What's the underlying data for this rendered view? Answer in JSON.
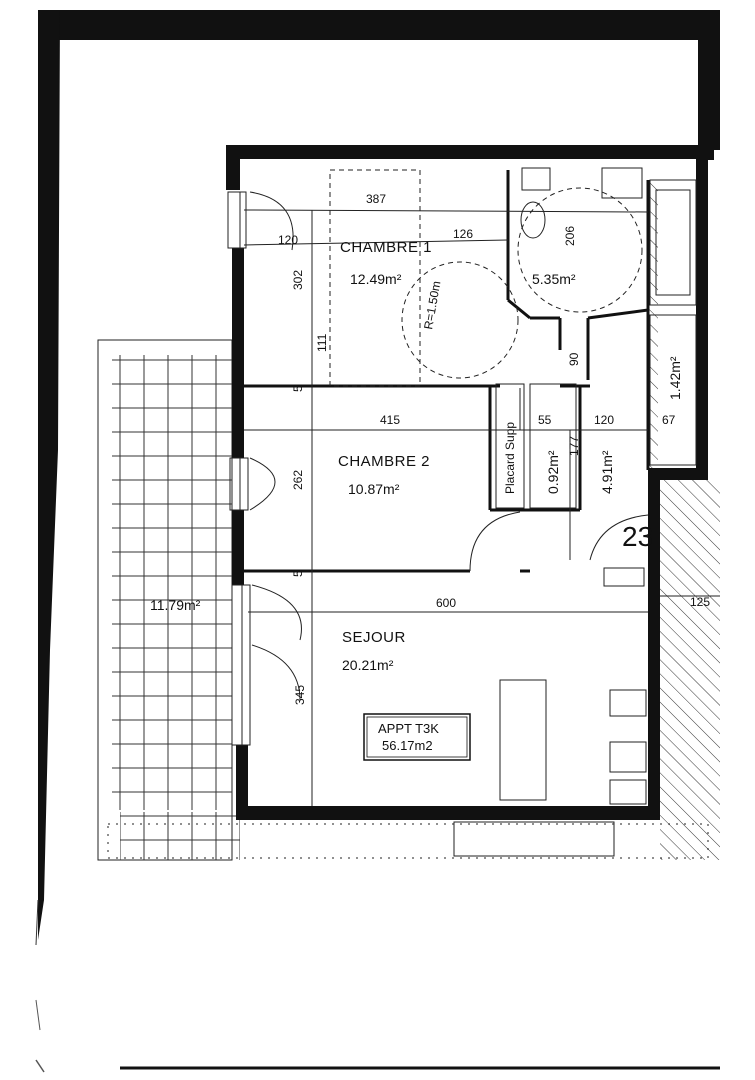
{
  "rooms": {
    "chambre1": {
      "name": "CHAMBRE 1",
      "area": "12.49m²"
    },
    "chambre2": {
      "name": "CHAMBRE 2",
      "area": "10.87m²"
    },
    "sejour": {
      "name": "SEJOUR",
      "area": "20.21m²"
    },
    "bath": {
      "area": "5.35m²"
    },
    "placard": {
      "name": "Placard Supp",
      "area": "0.92m²"
    },
    "hall": {
      "area": "4.91m²"
    },
    "wc": {
      "area": "1.42m²"
    },
    "terrace": {
      "area": "11.79m²"
    }
  },
  "apartment": {
    "type": "APPT T3K",
    "area": "56.17m2"
  },
  "unit_number": "23",
  "dimensions": {
    "d387": "387",
    "d120a": "120",
    "d126": "126",
    "d302": "302",
    "d111": "111",
    "d206": "206",
    "d90": "90",
    "d415": "415",
    "d55": "55",
    "d120b": "120",
    "d67": "67",
    "d177": "177",
    "d262": "262",
    "d600": "600",
    "d345": "345",
    "d125": "125",
    "d5a": "5",
    "d5b": "5",
    "radius": "R=1.50m"
  }
}
